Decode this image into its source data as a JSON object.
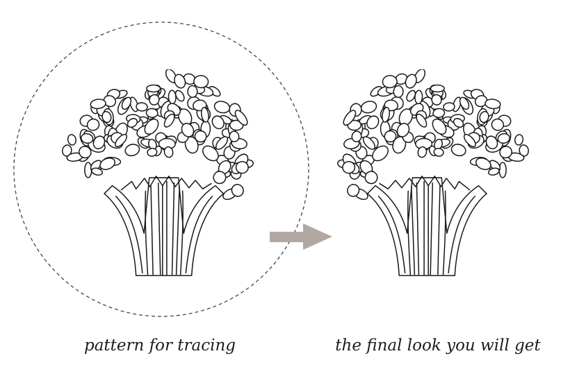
{
  "captions": {
    "left": "pattern for tracing",
    "right": "the final look you will get"
  },
  "colors": {
    "line": "#1a1a1a",
    "dashed_circle": "#444444",
    "arrow": "#b3a7a2",
    "background": "#ffffff"
  },
  "icons": [
    "broccoli-outline",
    "arrow-right",
    "dashed-circle"
  ]
}
